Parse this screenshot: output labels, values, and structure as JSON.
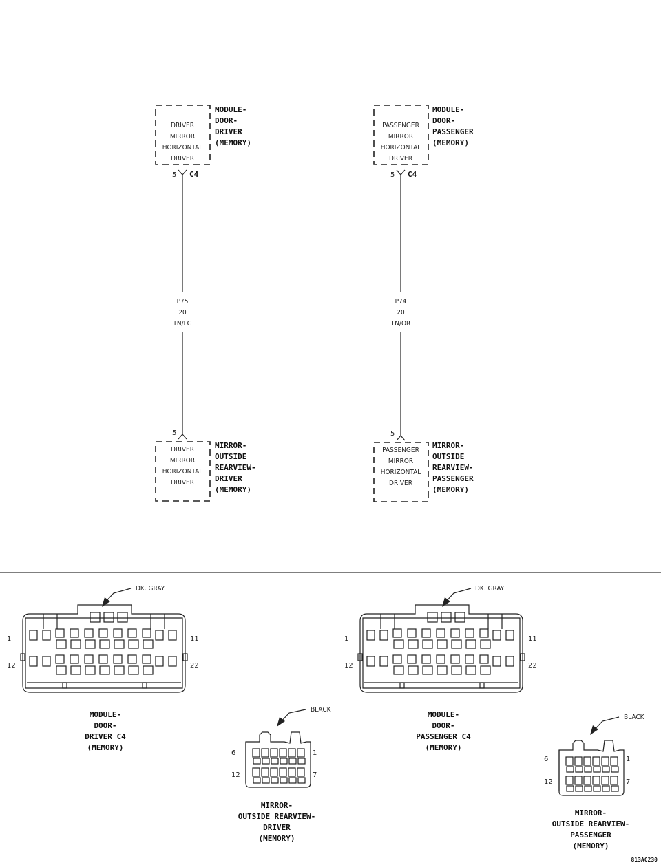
{
  "schematic": {
    "driver": {
      "module_internal": [
        "DRIVER",
        "MIRROR",
        "HORIZONTAL",
        "DRIVER"
      ],
      "module_name": [
        "MODULE-",
        "DOOR-",
        "DRIVER",
        "(MEMORY)"
      ],
      "module_pin": "5",
      "module_connector": "C4",
      "wire": [
        "P75",
        "20",
        "TN/LG"
      ],
      "mirror_pin": "5",
      "mirror_internal": [
        "DRIVER",
        "MIRROR",
        "HORIZONTAL",
        "DRIVER"
      ],
      "mirror_name": [
        "MIRROR-",
        "OUTSIDE",
        "REARVIEW-",
        "DRIVER",
        "(MEMORY)"
      ]
    },
    "passenger": {
      "module_internal": [
        "PASSENGER",
        "MIRROR",
        "HORIZONTAL",
        "DRIVER"
      ],
      "module_name": [
        "MODULE-",
        "DOOR-",
        "PASSENGER",
        "(MEMORY)"
      ],
      "module_pin": "5",
      "module_connector": "C4",
      "wire": [
        "P74",
        "20",
        "TN/OR"
      ],
      "mirror_pin": "5",
      "mirror_internal": [
        "PASSENGER",
        "MIRROR",
        "HORIZONTAL",
        "DRIVER"
      ],
      "mirror_name": [
        "MIRROR-",
        "OUTSIDE",
        "REARVIEW-",
        "PASSENGER",
        "(MEMORY)"
      ]
    }
  },
  "connectors": {
    "module_driver": {
      "color": "DK. GRAY",
      "pins": {
        "top_left": "1",
        "top_right": "11",
        "bottom_left": "12",
        "bottom_right": "22"
      },
      "caption": [
        "MODULE-",
        "DOOR-",
        "DRIVER C4",
        "(MEMORY)"
      ]
    },
    "module_passenger": {
      "color": "DK. GRAY",
      "pins": {
        "top_left": "1",
        "top_right": "11",
        "bottom_left": "12",
        "bottom_right": "22"
      },
      "caption": [
        "MODULE-",
        "DOOR-",
        "PASSENGER C4",
        "(MEMORY)"
      ]
    },
    "mirror_driver": {
      "color": "BLACK",
      "pins": {
        "top_left": "6",
        "top_right": "1",
        "bottom_left": "12",
        "bottom_right": "7"
      },
      "caption": [
        "MIRROR-",
        "OUTSIDE REARVIEW-",
        "DRIVER",
        "(MEMORY)"
      ]
    },
    "mirror_passenger": {
      "color": "BLACK",
      "pins": {
        "top_left": "6",
        "top_right": "1",
        "bottom_left": "12",
        "bottom_right": "7"
      },
      "caption": [
        "MIRROR-",
        "OUTSIDE REARVIEW-",
        "PASSENGER",
        "(MEMORY)"
      ]
    }
  },
  "figure_id": "813AC230"
}
